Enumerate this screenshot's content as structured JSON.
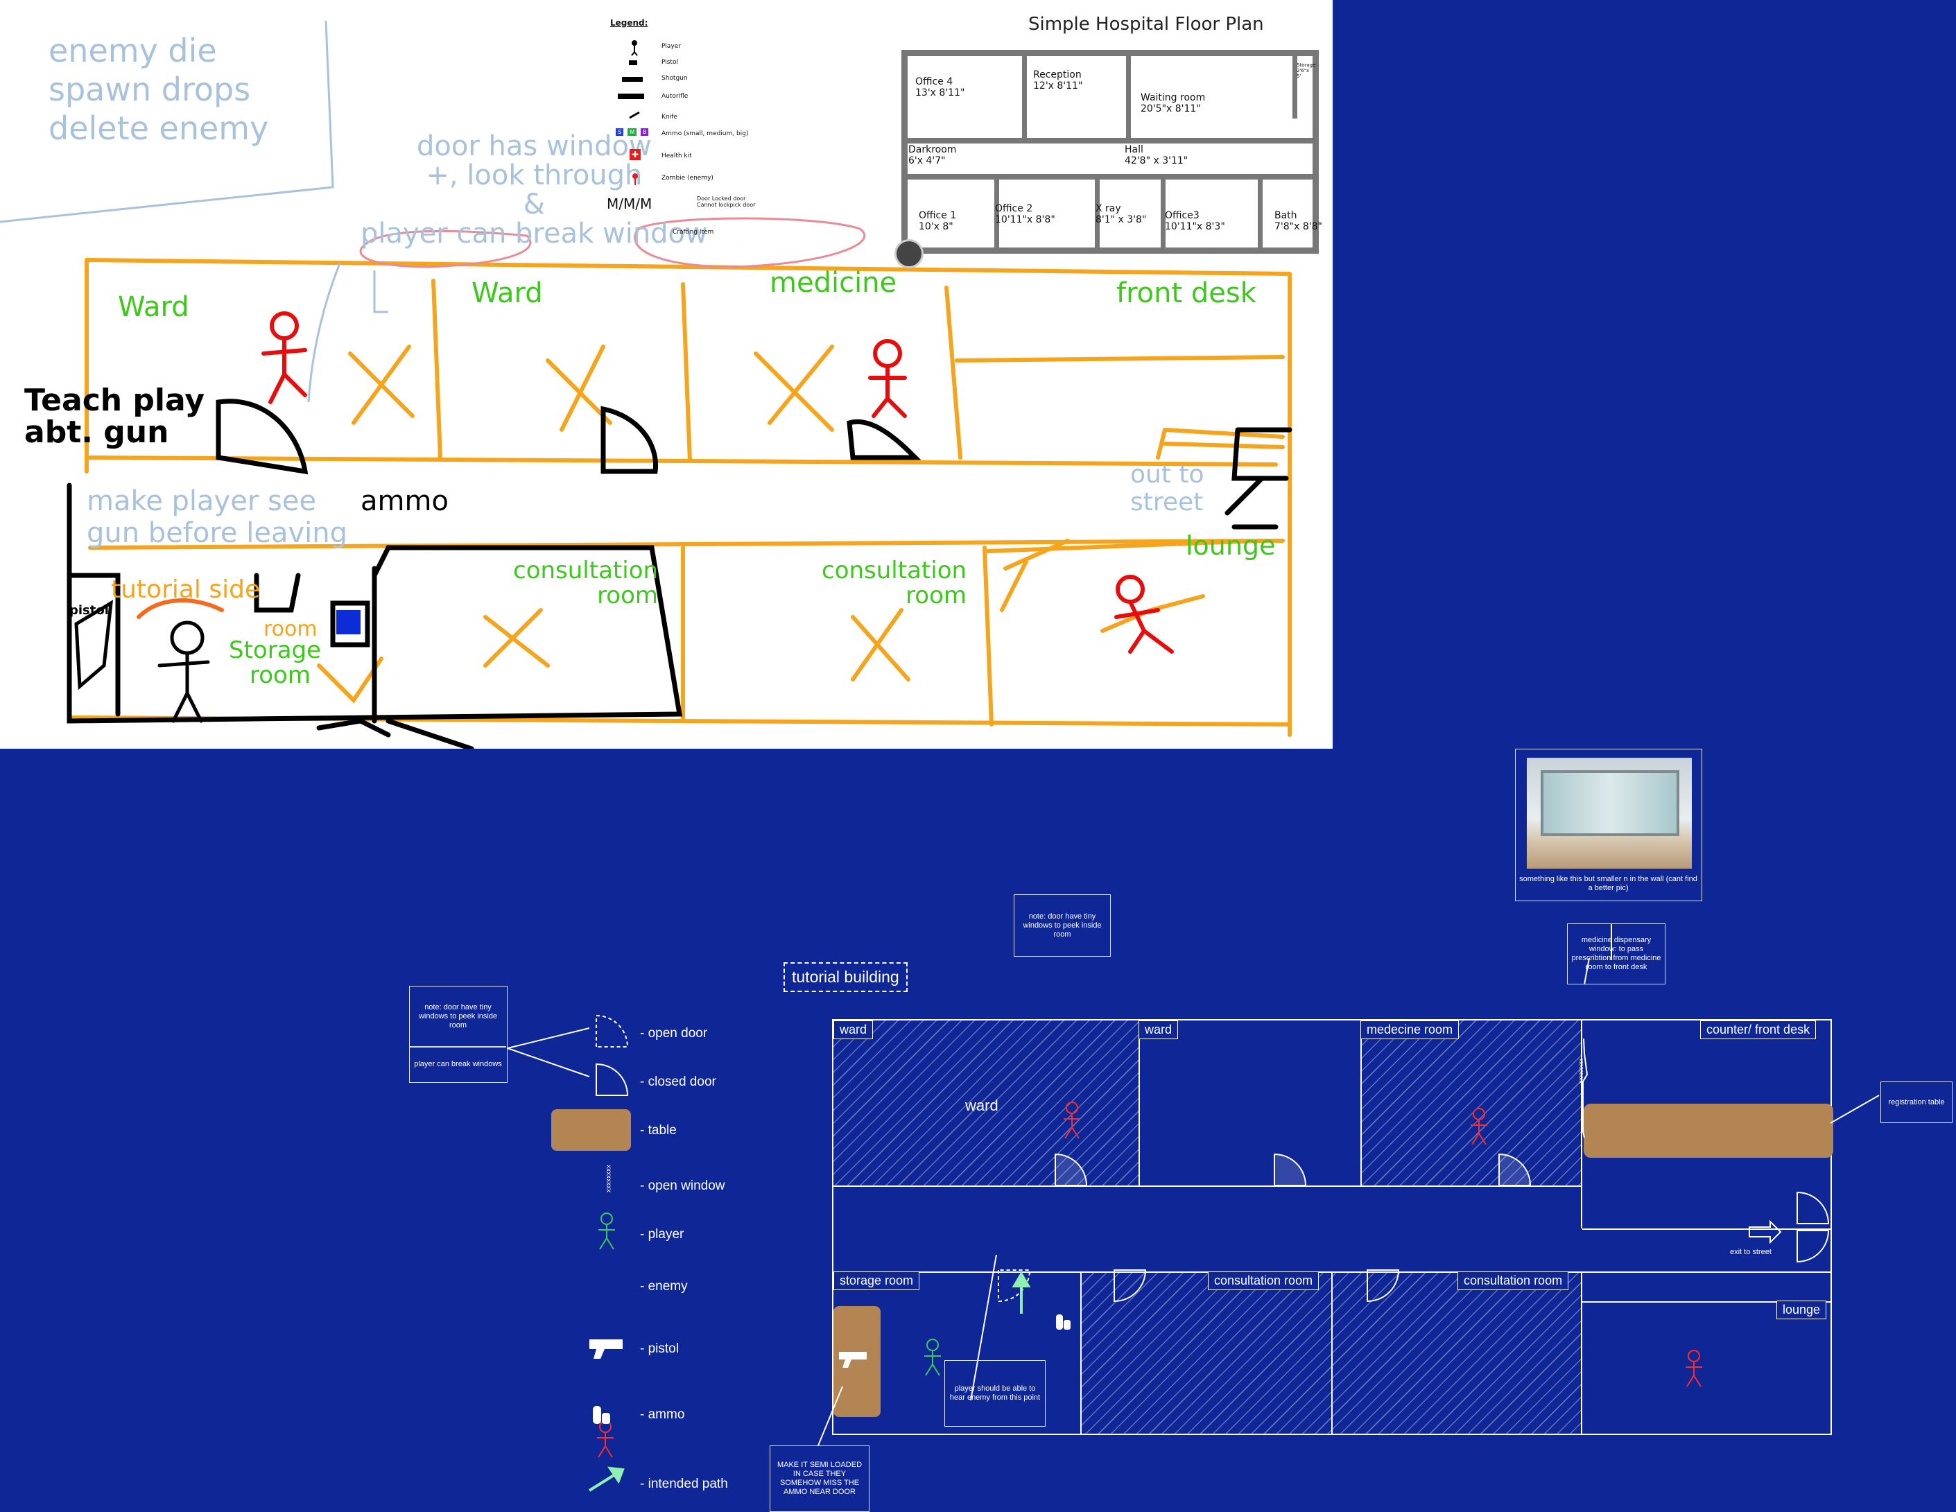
{
  "sketch": {
    "handwritten_notes": {
      "enemy_notes": [
        "enemy die",
        "spawn drops",
        "delete enemy"
      ],
      "door_window_note": [
        "door has window",
        "+, look through",
        "&",
        "player can break window"
      ],
      "teach_play": [
        "Teach play",
        "abt. gun"
      ],
      "make_player_see": [
        "make player see",
        "gun before leaving"
      ],
      "ammo": "ammo",
      "out_to_street": [
        "out to",
        "street"
      ],
      "pistol": "pistol",
      "tutorial_side": "tutorial side",
      "room": "room",
      "storage_room": [
        "Storage",
        "room"
      ]
    },
    "rooms": {
      "ward1": "Ward",
      "ward2": "Ward",
      "medicine": "medicine",
      "front_desk": "front desk",
      "consultation1": [
        "consultation",
        "room"
      ],
      "consultation2": [
        "consultation",
        "room"
      ],
      "lounge": "lounge"
    },
    "legend": {
      "title": "Legend:",
      "items": [
        "Player",
        "Pistol",
        "Shotgun",
        "Autorifle",
        "Knife",
        "Ammo (small, medium, big)",
        "Health kit",
        "Zombie (enemy)",
        "Door Locked door Cannot lockpick door",
        "Crafting Item"
      ],
      "door_glyph": "M/M/M",
      "ammo_letters": [
        "S",
        "M",
        "B"
      ]
    },
    "floor_plan": {
      "title": "Simple Hospital Floor Plan",
      "rooms": [
        {
          "name": "Office 4",
          "size": "13'x 8'11\""
        },
        {
          "name": "Reception",
          "size": "12'x 8'11\""
        },
        {
          "name": "Waiting room",
          "size": "20'5\"x 8'11\""
        },
        {
          "name": "Storage",
          "size": "2'6\"x 5'"
        },
        {
          "name": "Darkroom",
          "size": "6'x 4'7\""
        },
        {
          "name": "Hall",
          "size": "42'8\" x 3'11\""
        },
        {
          "name": "Office 1",
          "size": "10'x 8\""
        },
        {
          "name": "Office 2",
          "size": "10'11\"x 8'8\""
        },
        {
          "name": "X ray",
          "size": "8'1\" x 3'8\""
        },
        {
          "name": "Office3",
          "size": "10'11\"x 8'3\""
        },
        {
          "name": "Bath",
          "size": "7'8\"x 8'8\""
        }
      ]
    }
  },
  "blueprint": {
    "title": "tutorial building",
    "legend": [
      {
        "label": "- open door",
        "icon": "open-door-icon"
      },
      {
        "label": "- closed door",
        "icon": "closed-door-icon"
      },
      {
        "label": "- table",
        "icon": "table-icon"
      },
      {
        "label": "- open window",
        "icon": "open-window-icon"
      },
      {
        "label": "- player",
        "icon": "player-icon"
      },
      {
        "label": "- enemy",
        "icon": "enemy-icon"
      },
      {
        "label": "- pistol",
        "icon": "pistol-icon"
      },
      {
        "label": "- ammo",
        "icon": "ammo-icon"
      },
      {
        "label": "- intended path",
        "icon": "arrow-icon"
      }
    ],
    "window_glyph": "xxxxxxxx",
    "legend_note_top": "note: door have tiny windows to peek inside room",
    "legend_note_bottom": "player can break windows",
    "center_note": "note: door have tiny windows to peek inside room",
    "rooms": {
      "ward1": "ward",
      "ward1_center": "ward",
      "ward2": "ward",
      "medicine": "medecine room",
      "front_desk": "counter/ front desk",
      "storage": "storage room",
      "consultation1": "consultation room",
      "consultation2": "consultation room",
      "lounge": "lounge"
    },
    "notes": {
      "photo_caption": "something like this but smaller n in the wall (cant find a better pic)",
      "dispensary": "medicine dispensary window: to pass prescribtion from medicine room to front desk",
      "registration": "registration table",
      "exit": "exit to street",
      "hear_enemy": "player should be able to hear enemy from this point",
      "semi_loaded": "MAKE IT SEMI LOADED IN CASE THEY SOMEHOW MISS THE AMMO NEAR DOOR"
    },
    "colors": {
      "background": "#0f2796",
      "table": "#b38552",
      "player": "#3fc85a",
      "enemy": "#ff2a2a",
      "path": "#8ff0b0",
      "sketch_walls": "#f5a41c",
      "sketch_text": "#3ec81e"
    }
  }
}
